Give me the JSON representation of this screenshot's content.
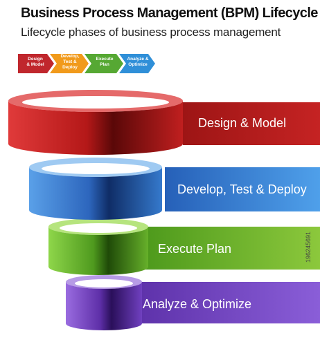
{
  "title": "Business Process Management (BPM) Lifecycle",
  "subtitle": "Lifecycle phases of business process management",
  "phases": [
    {
      "label": "Design & Model",
      "color": "#b01d1d"
    },
    {
      "label": "Develop, Test & Deploy",
      "color": "#2f6fc0"
    },
    {
      "label": "Execute Plan",
      "color": "#5aa024"
    },
    {
      "label": "Analyze & Optimize",
      "color": "#6a3fb0"
    }
  ],
  "chevrons": [
    {
      "line1": "Design",
      "line2": "& Model",
      "line3": "",
      "color": "#c0272d"
    },
    {
      "line1": "Develop,",
      "line2": "Test &",
      "line3": "Deploy",
      "color": "#f19a1b"
    },
    {
      "line1": "Execute",
      "line2": "Plan",
      "line3": "",
      "color": "#56a833"
    },
    {
      "line1": "Analyze &",
      "line2": "Optimize",
      "line3": "",
      "color": "#2f8fd8"
    }
  ],
  "stock_id": "196245691"
}
